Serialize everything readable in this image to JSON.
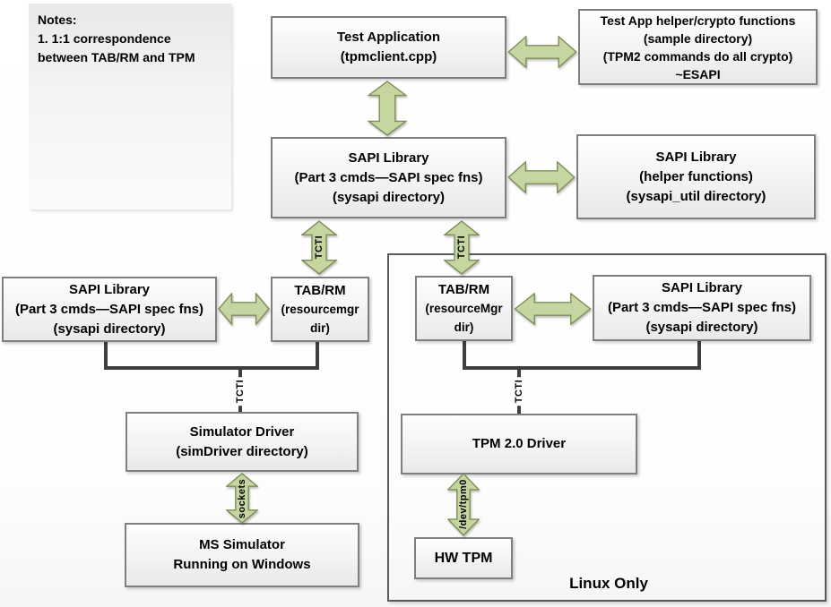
{
  "notes": {
    "title": "Notes:",
    "line1": "1.  1:1 correspondence",
    "line2": "between TAB/RM and TPM"
  },
  "boxes": {
    "test_application": {
      "lines": [
        "Test Application",
        "(tpmclient.cpp)"
      ]
    },
    "test_app_helper": {
      "lines": [
        "Test App helper/crypto functions",
        "(sample directory)",
        "(TPM2 commands do all crypto)",
        "~ESAPI"
      ]
    },
    "sapi_center": {
      "lines": [
        "SAPI Library",
        "(Part 3 cmds—SAPI spec fns)",
        "(sysapi directory)"
      ]
    },
    "sapi_helper": {
      "lines": [
        "SAPI Library",
        "(helper functions)",
        "(sysapi_util directory)"
      ]
    },
    "sapi_left": {
      "lines": [
        "SAPI Library",
        "(Part 3 cmds—SAPI spec fns)",
        "(sysapi directory)"
      ]
    },
    "tabrm_left": {
      "lines": [
        "TAB/RM",
        "(resourcemgr",
        "dir)"
      ]
    },
    "tabrm_right": {
      "lines": [
        "TAB/RM",
        "(resourceMgr",
        "dir)"
      ]
    },
    "sapi_right": {
      "lines": [
        "SAPI Library",
        "(Part 3 cmds—SAPI spec fns)",
        "(sysapi directory)"
      ]
    },
    "simulator_driver": {
      "lines": [
        "Simulator Driver",
        "(simDriver directory)"
      ]
    },
    "ms_simulator": {
      "lines": [
        "MS Simulator",
        "Running on Windows"
      ]
    },
    "tpm_driver": {
      "lines": [
        "TPM 2.0 Driver"
      ]
    },
    "hw_tpm": {
      "lines": [
        "HW TPM"
      ]
    }
  },
  "labels": {
    "tcti": "TCTI",
    "sockets": "sockets",
    "dev_tpm0": "/dev/tpm0",
    "linux_only": "Linux Only"
  },
  "colors": {
    "arrow_fill": "#c6d6a0",
    "arrow_stroke": "#7f8e58",
    "box_border": "#7f7f7f",
    "connector": "#3f3f3f"
  }
}
